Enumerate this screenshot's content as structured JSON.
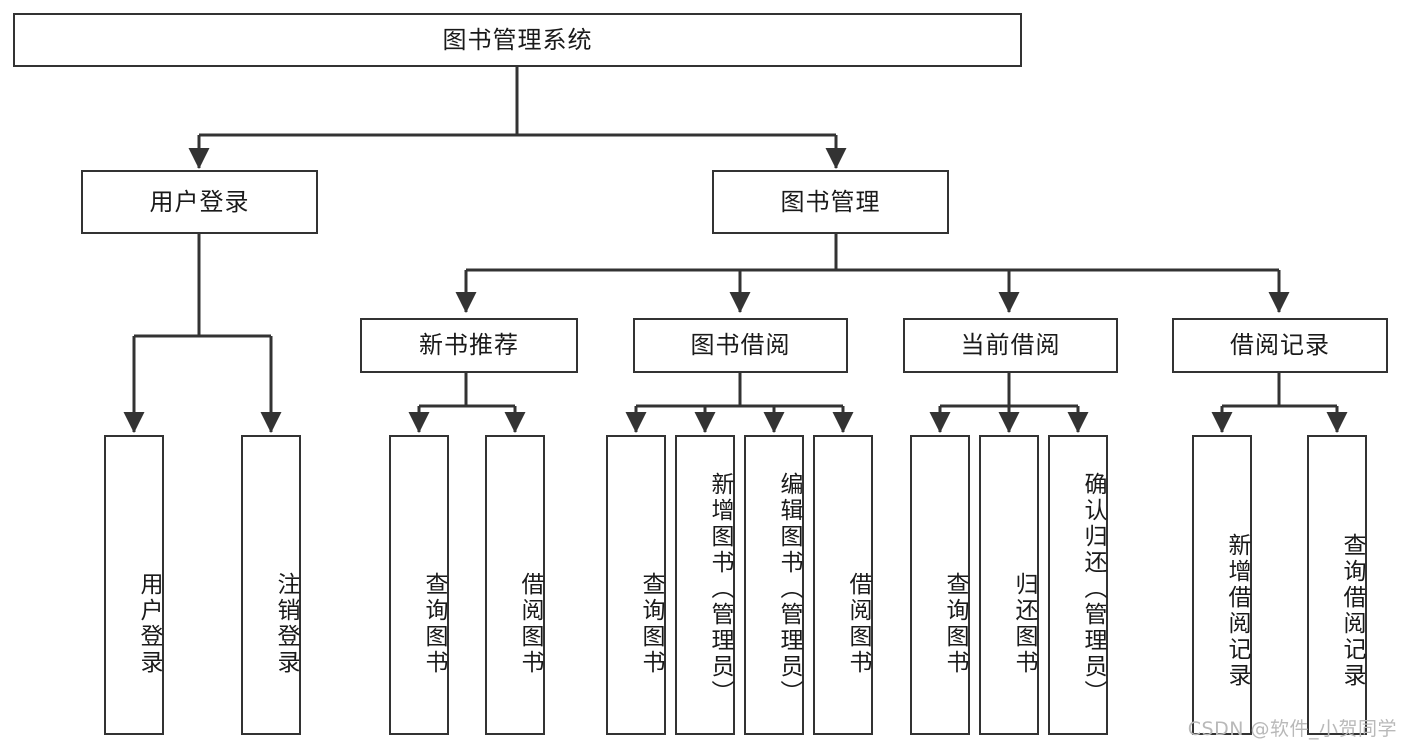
{
  "diagram": {
    "title": "图书管理系统",
    "type": "tree-hierarchy-chart",
    "root": {
      "id": "root",
      "label": "图书管理系统"
    },
    "level2": [
      {
        "id": "user-login",
        "label": "用户登录"
      },
      {
        "id": "book-management",
        "label": "图书管理"
      }
    ],
    "level3": [
      {
        "id": "new-book-recommend",
        "label": "新书推荐",
        "parent": "book-management"
      },
      {
        "id": "book-borrow",
        "label": "图书借阅",
        "parent": "book-management"
      },
      {
        "id": "current-borrow",
        "label": "当前借阅",
        "parent": "book-management"
      },
      {
        "id": "borrow-record",
        "label": "借阅记录",
        "parent": "book-management"
      }
    ],
    "leaves": [
      {
        "id": "leaf-user-login",
        "label": "用户登录",
        "parent": "user-login"
      },
      {
        "id": "leaf-user-logout",
        "label": "注销登录",
        "parent": "user-login"
      },
      {
        "id": "leaf-query-book-1",
        "label": "查询图书",
        "parent": "new-book-recommend"
      },
      {
        "id": "leaf-borrow-book-1",
        "label": "借阅图书",
        "parent": "new-book-recommend"
      },
      {
        "id": "leaf-query-book-2",
        "label": "查询图书",
        "parent": "book-borrow"
      },
      {
        "id": "leaf-add-book",
        "label": "新增图书（管理员）",
        "parent": "book-borrow"
      },
      {
        "id": "leaf-edit-book",
        "label": "编辑图书（管理员）",
        "parent": "book-borrow"
      },
      {
        "id": "leaf-borrow-book-2",
        "label": "借阅图书",
        "parent": "book-borrow"
      },
      {
        "id": "leaf-query-book-3",
        "label": "查询图书",
        "parent": "current-borrow"
      },
      {
        "id": "leaf-return-book",
        "label": "归还图书",
        "parent": "current-borrow"
      },
      {
        "id": "leaf-confirm-return",
        "label": "确认归还（管理员）",
        "parent": "current-borrow"
      },
      {
        "id": "leaf-add-record",
        "label": "新增借阅记录",
        "parent": "borrow-record"
      },
      {
        "id": "leaf-query-record",
        "label": "查询借阅记录",
        "parent": "borrow-record"
      }
    ],
    "colors": {
      "stroke": "#333333",
      "fill": "#ffffff",
      "text": "#1a1a1a",
      "watermark": "#b9b9b9"
    }
  },
  "watermark": {
    "text": "CSDN @软件_小贺同学"
  }
}
